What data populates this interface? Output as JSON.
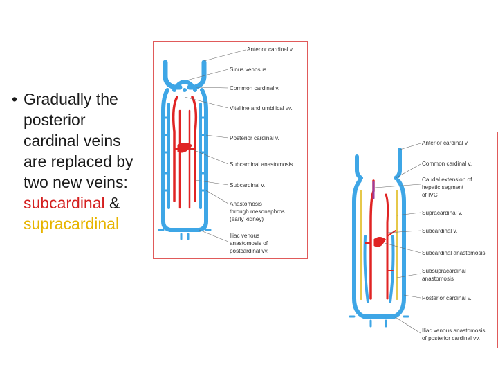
{
  "slide": {
    "bullet_symbol": "•",
    "lines": [
      "Gradually the",
      "posterior",
      "cardinal veins",
      "are replaced by",
      "two new veins:"
    ],
    "highlight": {
      "subcardinal": "subcardinal",
      "amp": " &",
      "supracardinal": "supracardinal"
    }
  },
  "colors": {
    "vein_blue": "#3ea6e6",
    "vein_red": "#e02424",
    "vein_yellow": "#e6c84a",
    "frame": "#e05a5a"
  },
  "figure1": {
    "labels": {
      "anterior": "Anterior cardinal v.",
      "sinus": "Sinus venosus",
      "common": "Common cardinal v.",
      "vitelline": "Vitelline and umbilical vv.",
      "posterior": "Posterior cardinal v.",
      "subcard_anast": "Subcardinal anastomosis",
      "subcardinal": "Subcardinal v.",
      "anast1": "Anastomosis",
      "anast2": "through mesonephros",
      "anast3": "(early kidney)",
      "iliac1": "Iliac venous",
      "iliac2": "anastomosis of",
      "iliac3": "postcardinal vv."
    }
  },
  "figure2": {
    "labels": {
      "anterior": "Anterior cardinal v.",
      "common": "Common cardinal v.",
      "caudal1": "Caudal extension of",
      "caudal2": "hepatic segment",
      "caudal3": "of IVC",
      "supracardinal": "Supracardinal v.",
      "subcardinal": "Subcardinal v.",
      "subcard_anast": "Subcardinal anastomosis",
      "subsupra1": "Subsupracardinal",
      "subsupra2": "anastomosis",
      "posterior": "Posterior cardinal v.",
      "iliac1": "Iliac venous anastomosis",
      "iliac2": "of posterior cardinal vv."
    }
  }
}
